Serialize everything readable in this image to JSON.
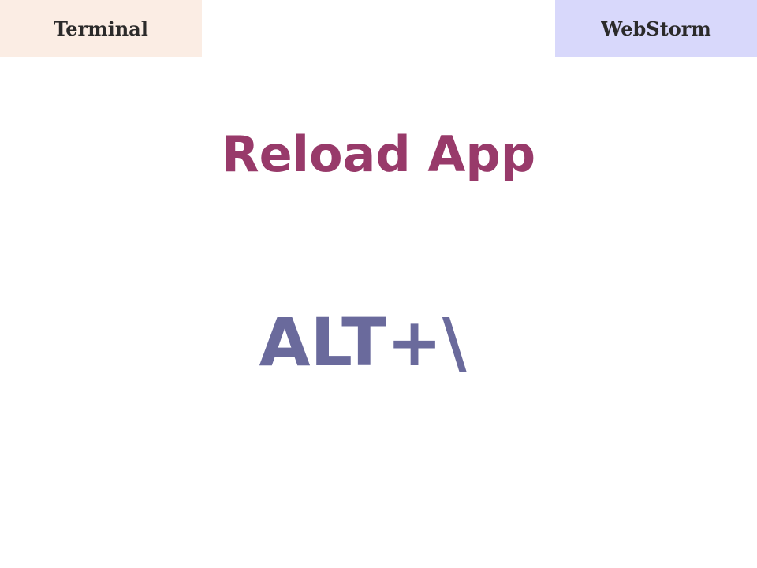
{
  "tabs": {
    "terminal_label": "Terminal",
    "webstorm_label": "WebStorm"
  },
  "main": {
    "title": "Reload App",
    "shortcut": "ALT+\\"
  },
  "colors": {
    "terminal_tab_bg": "#fbede4",
    "webstorm_tab_bg": "#d8d8fb",
    "title": "#983a6a",
    "shortcut": "#6a6a9c"
  }
}
